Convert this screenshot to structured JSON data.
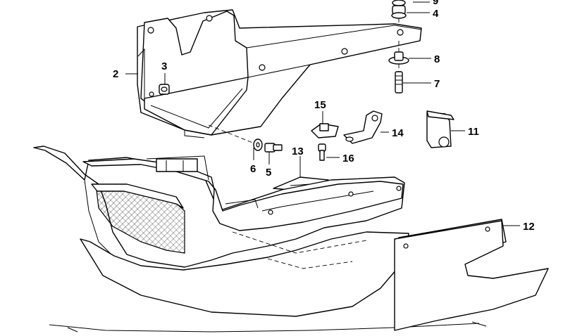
{
  "diagram": {
    "callouts": [
      {
        "id": "9",
        "label": "9"
      },
      {
        "id": "4",
        "label": "4"
      },
      {
        "id": "8",
        "label": "8"
      },
      {
        "id": "7",
        "label": "7"
      },
      {
        "id": "2",
        "label": "2"
      },
      {
        "id": "3",
        "label": "3"
      },
      {
        "id": "15",
        "label": "15"
      },
      {
        "id": "14",
        "label": "14"
      },
      {
        "id": "11",
        "label": "11"
      },
      {
        "id": "13",
        "label": "13"
      },
      {
        "id": "16",
        "label": "16"
      },
      {
        "id": "6",
        "label": "6"
      },
      {
        "id": "5",
        "label": "5"
      },
      {
        "id": "12",
        "label": "12"
      }
    ],
    "parts": [
      "mounting-bracket",
      "spoiler-lower-section",
      "side-panel",
      "rubber-mount",
      "washer",
      "bolt",
      "clip-nut",
      "bracket-arm",
      "clamp-bracket",
      "grille-mesh"
    ]
  }
}
